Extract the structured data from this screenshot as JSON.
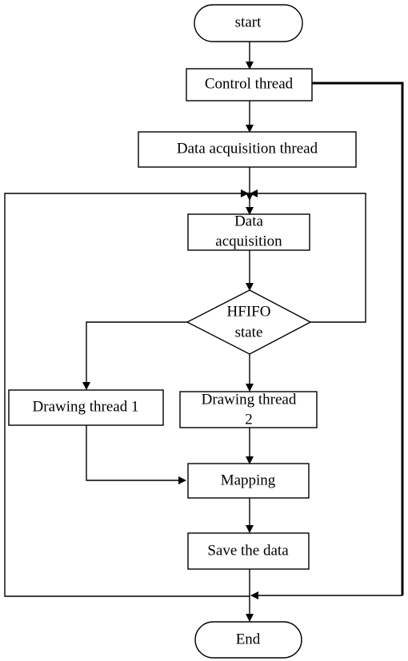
{
  "diagram": {
    "nodes": {
      "start": "start",
      "control": "Control thread",
      "acquisition_thread": "Data acquisition thread",
      "acquisition_1": "Data",
      "acquisition_2": "acquisition",
      "hfifo_1": "HFIFO",
      "hfifo_2": "state",
      "drawing1": "Drawing thread 1",
      "drawing2_1": "Drawing thread",
      "drawing2_2": "2",
      "mapping": "Mapping",
      "save": "Save the data",
      "end": "End"
    }
  }
}
